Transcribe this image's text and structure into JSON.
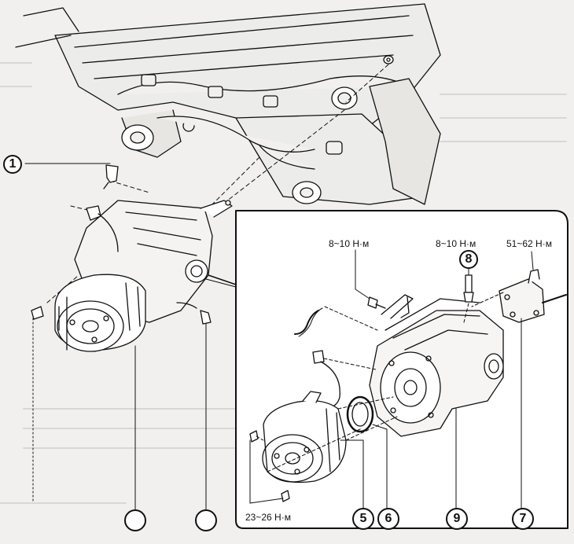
{
  "callouts": {
    "c1": "1",
    "c5": "5",
    "c6": "6",
    "c7": "7",
    "c8": "8",
    "c9": "9",
    "blank_a": "",
    "blank_b": ""
  },
  "torque_labels": {
    "bolt_left": "8~10 Н·м",
    "bolt_right": "8~10 Н·м",
    "mount": "51~62 Н·м",
    "motor": "23~26 Н·м"
  },
  "colors": {
    "ink": "#111111",
    "paper": "#f1f0ee",
    "panel": "#ffffff"
  }
}
